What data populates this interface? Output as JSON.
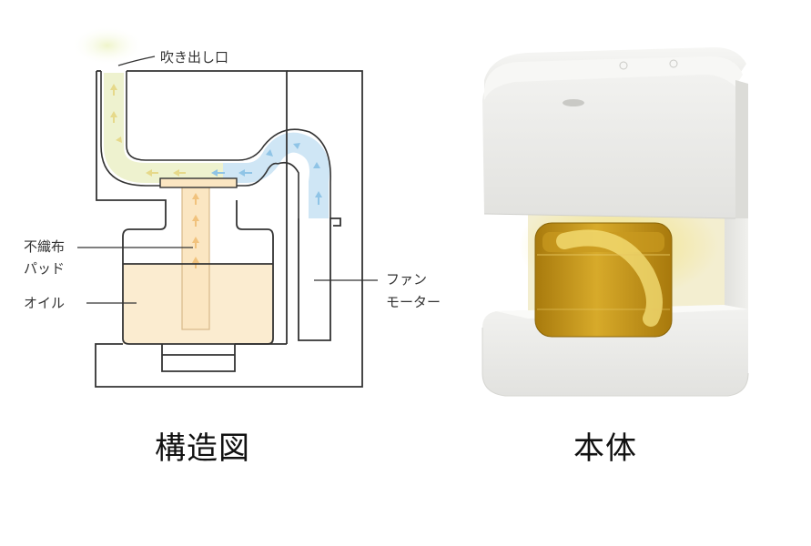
{
  "diagram": {
    "labels": {
      "outlet": "吹き出し口",
      "pad_line1": "不織布",
      "pad_line2": "パッド",
      "oil": "オイル",
      "fan_line1": "ファン",
      "fan_line2": "モーター"
    },
    "caption": "構造図"
  },
  "product": {
    "caption": "本体"
  },
  "colors": {
    "airflow_blue": "#cfe6f5",
    "airflow_yellow": "#eef2cf",
    "oil_fill": "#fbecd0",
    "arrow_blue": "#8fc4e6",
    "arrow_yellow": "#e6d98a",
    "arrow_orange": "#f1c27d",
    "amber": "#c9961a"
  }
}
